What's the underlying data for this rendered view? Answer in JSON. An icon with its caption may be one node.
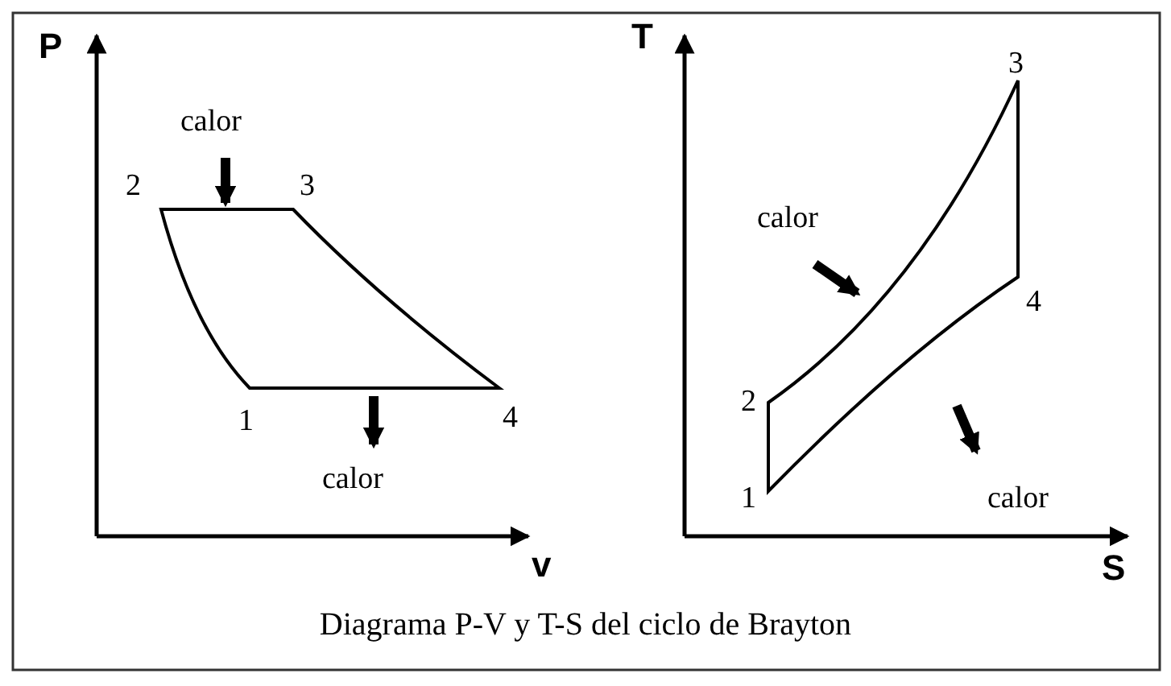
{
  "diagram": {
    "caption": "Diagrama P-V y T-S del ciclo de Brayton",
    "labels": [
      "P",
      "calor",
      "2",
      "3",
      "1",
      "4",
      "calor",
      "v",
      "T",
      "3",
      "calor",
      "4",
      "2",
      "1",
      "calor",
      "S"
    ]
  }
}
